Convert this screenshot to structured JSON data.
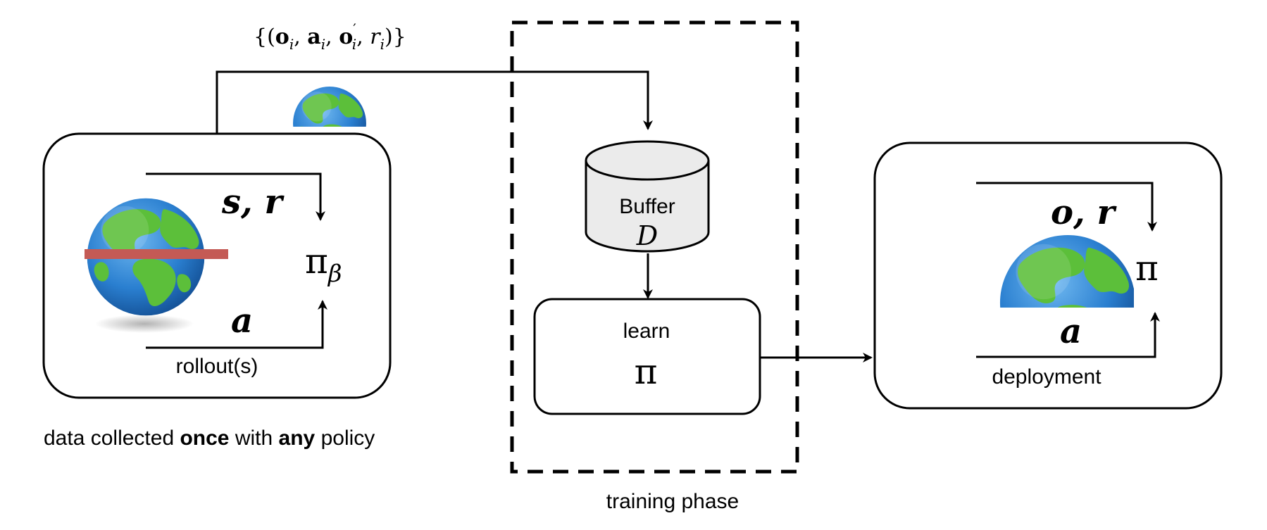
{
  "top_tuple": {
    "open": "{(",
    "o": "o",
    "o_sub": "i",
    "sep1": ", ",
    "a": "a",
    "a_sub": "i",
    "sep2": ", ",
    "o2": "o",
    "o2_sub": "i",
    "o2_prime": "′",
    "sep3": ", ",
    "r": "r",
    "r_sub": "i",
    "close": ")}"
  },
  "left_panel": {
    "obs_label": "s, r",
    "action_label": "a",
    "policy_symbol": "π",
    "policy_subscript": "β",
    "caption": "rollout(s)"
  },
  "bottom_note": {
    "part1": "data collected ",
    "bold1": "once",
    "part2": " with ",
    "bold2": "any",
    "part3": " policy"
  },
  "buffer": {
    "label": "Buffer",
    "symbol": "D"
  },
  "learn_box": {
    "label": "learn",
    "symbol": "π"
  },
  "training_phase_label": "training phase",
  "right_panel": {
    "obs_label": "o, r",
    "action_label": "a",
    "policy_symbol": "π",
    "caption": "deployment"
  },
  "colors": {
    "ocean": "#2a7fd0",
    "land": "#5cbf3a",
    "cut_bar": "#c45a55",
    "buffer_fill": "#ebebeb"
  },
  "icons": [
    "globe-icon",
    "database-icon"
  ]
}
